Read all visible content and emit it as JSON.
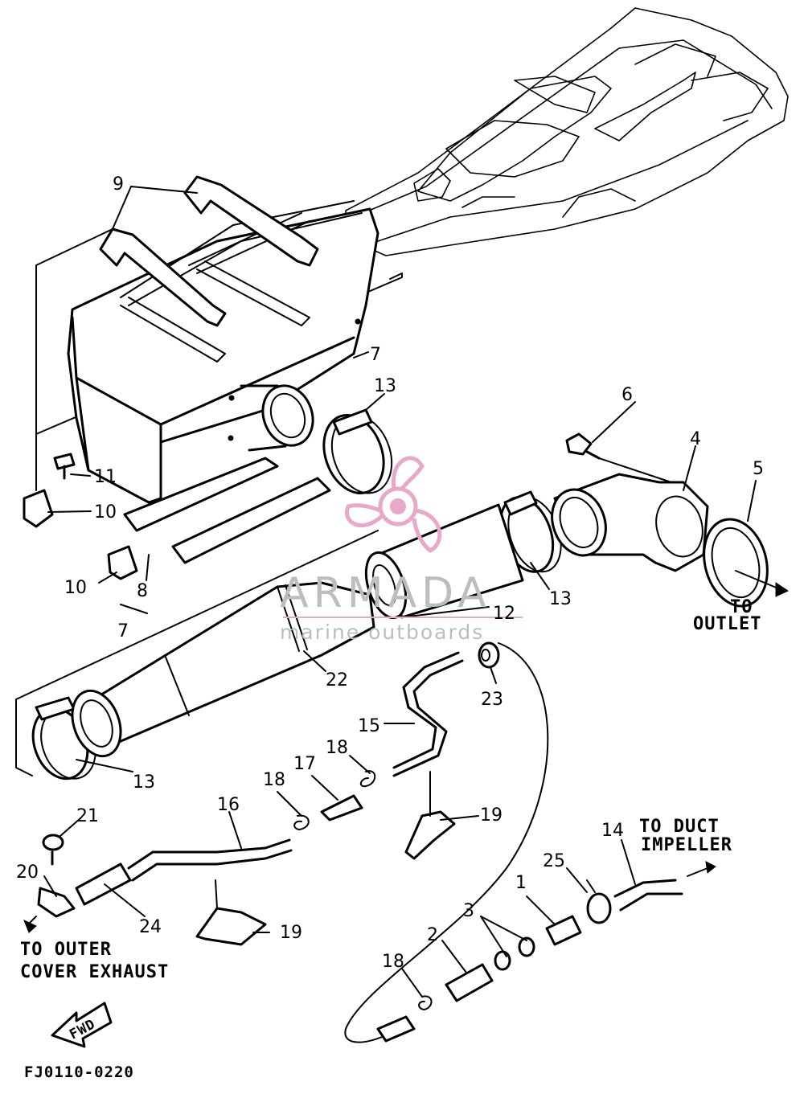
{
  "callouts": {
    "c1": "1",
    "c2": "2",
    "c3": "3",
    "c4": "4",
    "c5": "5",
    "c6": "6",
    "c7a": "7",
    "c7b": "7",
    "c8": "8",
    "c9": "9",
    "c10a": "10",
    "c10b": "10",
    "c11": "11",
    "c12": "12",
    "c13a": "13",
    "c13b": "13",
    "c13c": "13",
    "c14": "14",
    "c15": "15",
    "c16": "16",
    "c17": "17",
    "c18a": "18",
    "c18b": "18",
    "c18c": "18",
    "c19a": "19",
    "c19b": "19",
    "c20": "20",
    "c21": "21",
    "c22": "22",
    "c23": "23",
    "c24": "24",
    "c25": "25"
  },
  "notes": {
    "to_outlet_1": "TO",
    "to_outlet_2": "OUTLET",
    "duct_1": "TO DUCT",
    "duct_2": "IMPELLER",
    "outer_1": "TO OUTER",
    "outer_2": "COVER EXHAUST",
    "fwd": "FWD",
    "diagram_code": "FJ0110-0220"
  },
  "watermark": {
    "brand": "ARMADA",
    "tagline": "marine outboards",
    "logo_color": "#e8a8c8"
  }
}
